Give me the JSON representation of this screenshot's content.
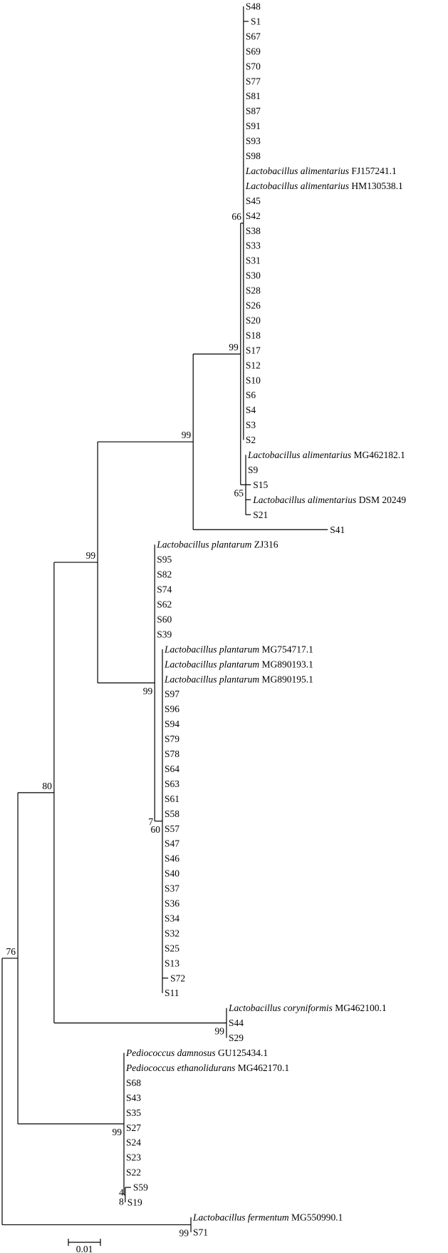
{
  "tree": {
    "id": "root",
    "depth": 0,
    "children": [
      {
        "id": "n76",
        "depth": 0.0049,
        "bootstrap": "76",
        "label_pos": "above",
        "children": [
          {
            "id": "n80",
            "depth": 0.0162,
            "bootstrap": "80",
            "label_pos": "above",
            "children": [
              {
                "id": "n99a",
                "depth": 0.0298,
                "bootstrap": "99",
                "label_pos": "above",
                "children": [
                  {
                    "id": "n99b",
                    "depth": 0.0596,
                    "bootstrap": "99",
                    "label_pos": "above",
                    "children": [
                      {
                        "id": "n99c",
                        "depth": 0.0744,
                        "bootstrap": "99",
                        "label_pos": "above",
                        "children": [
                          {
                            "id": "n66",
                            "depth": 0.0753,
                            "bootstrap": "66",
                            "label_pos": "above",
                            "children": [
                              {
                                "name": "S48"
                              },
                              {
                                "name": "S1",
                                "depth": 0.0769
                              },
                              {
                                "name": "S67"
                              },
                              {
                                "name": "S69"
                              },
                              {
                                "name": "S70"
                              },
                              {
                                "name": "S77"
                              },
                              {
                                "name": "S81"
                              },
                              {
                                "name": "S87"
                              },
                              {
                                "name": "S91"
                              },
                              {
                                "name": "S93"
                              },
                              {
                                "name": "S98"
                              },
                              {
                                "genus": "Lactobacillus alimentarius",
                                "acc": "FJ157241.1"
                              },
                              {
                                "genus": "Lactobacillus alimentarius",
                                "acc": "HM130538.1"
                              },
                              {
                                "name": "S45"
                              },
                              {
                                "name": "S42"
                              },
                              {
                                "name": "S38"
                              },
                              {
                                "name": "S33"
                              },
                              {
                                "name": "S31"
                              },
                              {
                                "name": "S30"
                              },
                              {
                                "name": "S28"
                              },
                              {
                                "name": "S26"
                              },
                              {
                                "name": "S20"
                              },
                              {
                                "name": "S18"
                              },
                              {
                                "name": "S17"
                              },
                              {
                                "name": "S12"
                              },
                              {
                                "name": "S10"
                              },
                              {
                                "name": "S6"
                              },
                              {
                                "name": "S4"
                              },
                              {
                                "name": "S3"
                              },
                              {
                                "name": "S2"
                              }
                            ]
                          },
                          {
                            "id": "n65",
                            "depth": 0.076,
                            "bootstrap": "65",
                            "label_pos": "below",
                            "children": [
                              {
                                "genus": "Lactobacillus alimentarius",
                                "acc": "MG462182.1"
                              },
                              {
                                "name": "S9"
                              },
                              {
                                "name": "S15",
                                "depth": 0.0776
                              },
                              {
                                "genus": "Lactobacillus alimentarius",
                                "acc": "DSM 20249",
                                "depth": 0.0776
                              },
                              {
                                "name": "S21",
                                "depth": 0.0776
                              }
                            ]
                          }
                        ]
                      },
                      {
                        "name": "S41",
                        "depth": 0.1016
                      }
                    ]
                  },
                  {
                    "id": "n99p",
                    "depth": 0.0476,
                    "bootstrap": "99",
                    "label_pos": "below",
                    "children": [
                      {
                        "genus": "Lactobacillus plantarum",
                        "acc": "ZJ316"
                      },
                      {
                        "name": "S95"
                      },
                      {
                        "name": "S82"
                      },
                      {
                        "name": "S74"
                      },
                      {
                        "name": "S62"
                      },
                      {
                        "name": "S60"
                      },
                      {
                        "name": "S39"
                      },
                      {
                        "id": "n7",
                        "depth": 0.0478,
                        "bootstrap": "7",
                        "label_pos": "middle",
                        "children": [
                          {
                            "id": "n60",
                            "depth": 0.05,
                            "bootstrap": "60",
                            "label_pos": "below",
                            "children": [
                              {
                                "genus": "Lactobacillus plantarum",
                                "acc": "MG754717.1"
                              },
                              {
                                "genus": "Lactobacillus plantarum",
                                "acc": "MG890193.1"
                              },
                              {
                                "genus": "Lactobacillus plantarum",
                                "acc": "MG890195.1"
                              },
                              {
                                "name": "S97"
                              },
                              {
                                "name": "S96"
                              },
                              {
                                "name": "S94"
                              },
                              {
                                "name": "S79"
                              },
                              {
                                "name": "S78"
                              },
                              {
                                "name": "S64"
                              },
                              {
                                "name": "S63"
                              },
                              {
                                "name": "S61"
                              },
                              {
                                "name": "S58"
                              },
                              {
                                "name": "S57"
                              },
                              {
                                "name": "S47"
                              },
                              {
                                "name": "S46"
                              },
                              {
                                "name": "S40"
                              },
                              {
                                "name": "S37"
                              },
                              {
                                "name": "S36"
                              },
                              {
                                "name": "S34"
                              },
                              {
                                "name": "S32"
                              },
                              {
                                "name": "S25"
                              },
                              {
                                "name": "S13"
                              },
                              {
                                "name": "S72",
                                "depth": 0.0518
                              },
                              {
                                "name": "S11"
                              }
                            ]
                          }
                        ]
                      }
                    ]
                  }
                ]
              },
              {
                "id": "n99k",
                "depth": 0.07,
                "bootstrap": "99",
                "label_pos": "below",
                "children": [
                  {
                    "genus": "Lactobacillus coryniformis",
                    "acc": "MG462100.1"
                  },
                  {
                    "name": "S44"
                  },
                  {
                    "name": "S29"
                  }
                ]
              }
            ]
          },
          {
            "id": "n99d",
            "depth": 0.038,
            "bootstrap": "99",
            "label_pos": "below",
            "children": [
              {
                "genus": "Pediococcus damnosus",
                "acc": "GU125434.1"
              },
              {
                "genus": "Pediococcus ethanolidurans",
                "acc": "MG462170.1"
              },
              {
                "name": "S68"
              },
              {
                "name": "S43"
              },
              {
                "name": "S35"
              },
              {
                "name": "S27"
              },
              {
                "name": "S24"
              },
              {
                "name": "S23"
              },
              {
                "name": "S22"
              },
              {
                "id": "n48",
                "depth": 0.0384,
                "bootstrap": "4\n8",
                "label_pos": "stacked",
                "children": [
                  {
                    "name": "S59",
                    "depth": 0.0402
                  },
                  {
                    "name": "S19"
                  }
                ]
              }
            ]
          }
        ]
      },
      {
        "id": "n99f",
        "depth": 0.0589,
        "bootstrap": "99",
        "label_pos": "below",
        "children": [
          {
            "genus": "Lactobacillus fermentum",
            "acc": "MG550990.1"
          },
          {
            "name": "S71"
          }
        ]
      }
    ]
  },
  "scale_bar": {
    "value": 0.01,
    "label": "0.01"
  }
}
